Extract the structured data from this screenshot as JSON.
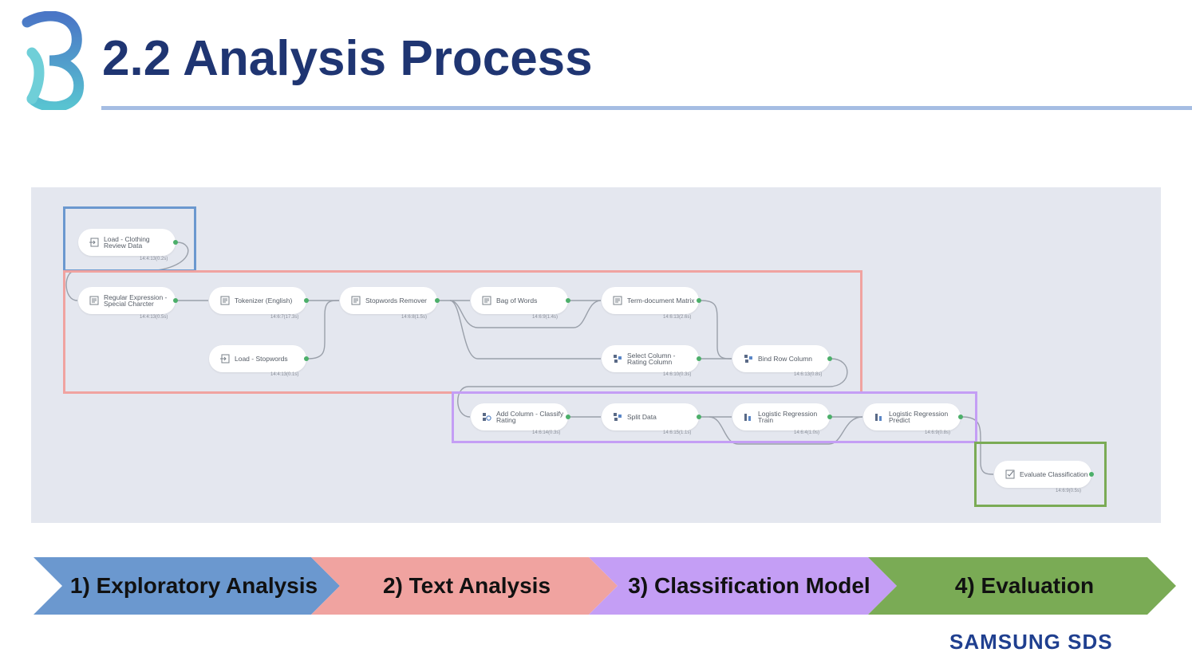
{
  "slide": {
    "title": "2.2 Analysis Process",
    "footer_brand": "SAMSUNG SDS"
  },
  "colors": {
    "title": "#1f3572",
    "rule": "#a5bde3",
    "canvas_bg": "#e4e7ef",
    "exploratory": "#6b98cf",
    "text": "#f0a3a0",
    "classification": "#c49ef5",
    "evaluation": "#7aab55"
  },
  "workflow": {
    "nodes": [
      {
        "id": "load-clothing",
        "label": "Load - Clothing Review Data",
        "icon": "load-icon",
        "time": "14:4:13(0.2s)"
      },
      {
        "id": "regex",
        "label": "Regular Expression - Special Charcter",
        "icon": "document-icon",
        "time": "14:4:13(0.5s)"
      },
      {
        "id": "tokenizer",
        "label": "Tokenizer (English)",
        "icon": "document-icon",
        "time": "14:6:7(17.3s)"
      },
      {
        "id": "stopwords-remover",
        "label": "Stopwords Remover",
        "icon": "document-icon",
        "time": "14:6:8(1.5s)"
      },
      {
        "id": "bag-of-words",
        "label": "Bag of Words",
        "icon": "document-icon",
        "time": "14:6:9(1.4s)"
      },
      {
        "id": "term-doc",
        "label": "Term-document Matrix",
        "icon": "document-icon",
        "time": "14:6:13(2.6s)"
      },
      {
        "id": "load-stopwords",
        "label": "Load - Stopwords",
        "icon": "load-icon",
        "time": "14:4:13(0.1s)"
      },
      {
        "id": "select-column",
        "label": "Select Column - Rating Column",
        "icon": "table-icon",
        "time": "14:6:10(0.3s)"
      },
      {
        "id": "bind-row",
        "label": "Bind Row Column",
        "icon": "table-icon",
        "time": "14:6:13(0.8s)"
      },
      {
        "id": "add-column",
        "label": "Add Column - Classify Rating",
        "icon": "table-gear-icon",
        "time": "14:6:14(0.3s)"
      },
      {
        "id": "split-data",
        "label": "Split Data",
        "icon": "table-icon",
        "time": "14:6:15(1.1s)"
      },
      {
        "id": "lr-train",
        "label": "Logistic Regression Train",
        "icon": "model-icon",
        "time": "14:6:4(1.0s)"
      },
      {
        "id": "lr-predict",
        "label": "Logistic Regression Predict",
        "icon": "model-icon",
        "time": "14:6:9(0.8s)"
      },
      {
        "id": "evaluate",
        "label": "Evaluate Classification",
        "icon": "checkbox-icon",
        "time": "14:6:9(0.5s)"
      }
    ]
  },
  "stages": [
    {
      "label": "1) Exploratory Analysis"
    },
    {
      "label": "2) Text Analysis"
    },
    {
      "label": "3) Classification Model"
    },
    {
      "label": "4) Evaluation"
    }
  ]
}
